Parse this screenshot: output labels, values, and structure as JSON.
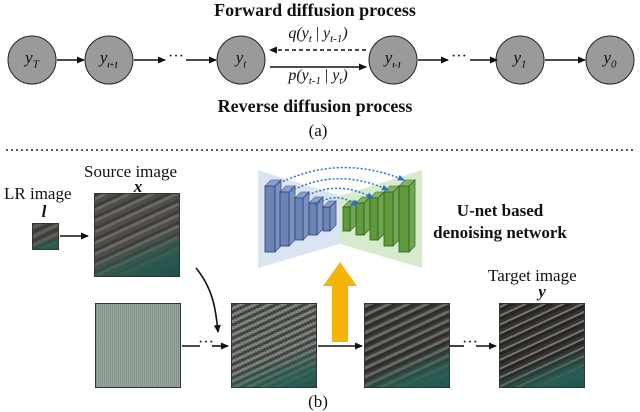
{
  "part_a": {
    "title_forward": "Forward diffusion process",
    "title_reverse": "Reverse diffusion process",
    "caption": "(a)",
    "nodes": [
      {
        "base": "y",
        "sub": "T"
      },
      {
        "base": "y",
        "sub": "t+1"
      },
      {
        "base": "y",
        "sub": "t"
      },
      {
        "base": "y",
        "sub": "t-1"
      },
      {
        "base": "y",
        "sub": "1"
      },
      {
        "base": "y",
        "sub": "0"
      }
    ],
    "dots": [
      "···",
      "···"
    ],
    "forward_label": {
      "f": "q(",
      "a": "y",
      "as": "t",
      "bar": " | ",
      "b": "y",
      "bs": "t-1",
      "end": ")"
    },
    "reverse_label": {
      "f": "p(",
      "a": "y",
      "as": "t-1",
      "bar": " | ",
      "b": "y",
      "bs": "t",
      "end": ")"
    }
  },
  "part_b": {
    "caption": "(b)",
    "lr_label": "LR image",
    "lr_var": "l",
    "source_label": "Source image",
    "source_var": "x",
    "target_label": "Target image",
    "target_var": "y",
    "unet_label_line1": "U-net based",
    "unet_label_line2": "denoising network",
    "dots": [
      "···",
      "···"
    ]
  },
  "colors": {
    "node_fill": "#9a9a9a",
    "encoder_fill": "#6c83b6",
    "encoder_stroke": "#2f4172",
    "decoder_fill": "#5f9a3c",
    "decoder_stroke": "#2d5c17",
    "encoder_bg": "#dbe4f2",
    "decoder_bg": "#d6ebcd",
    "skip_arrow": "#2c6fd1",
    "up_arrow": "#f6b40a",
    "ink": "#111111"
  }
}
